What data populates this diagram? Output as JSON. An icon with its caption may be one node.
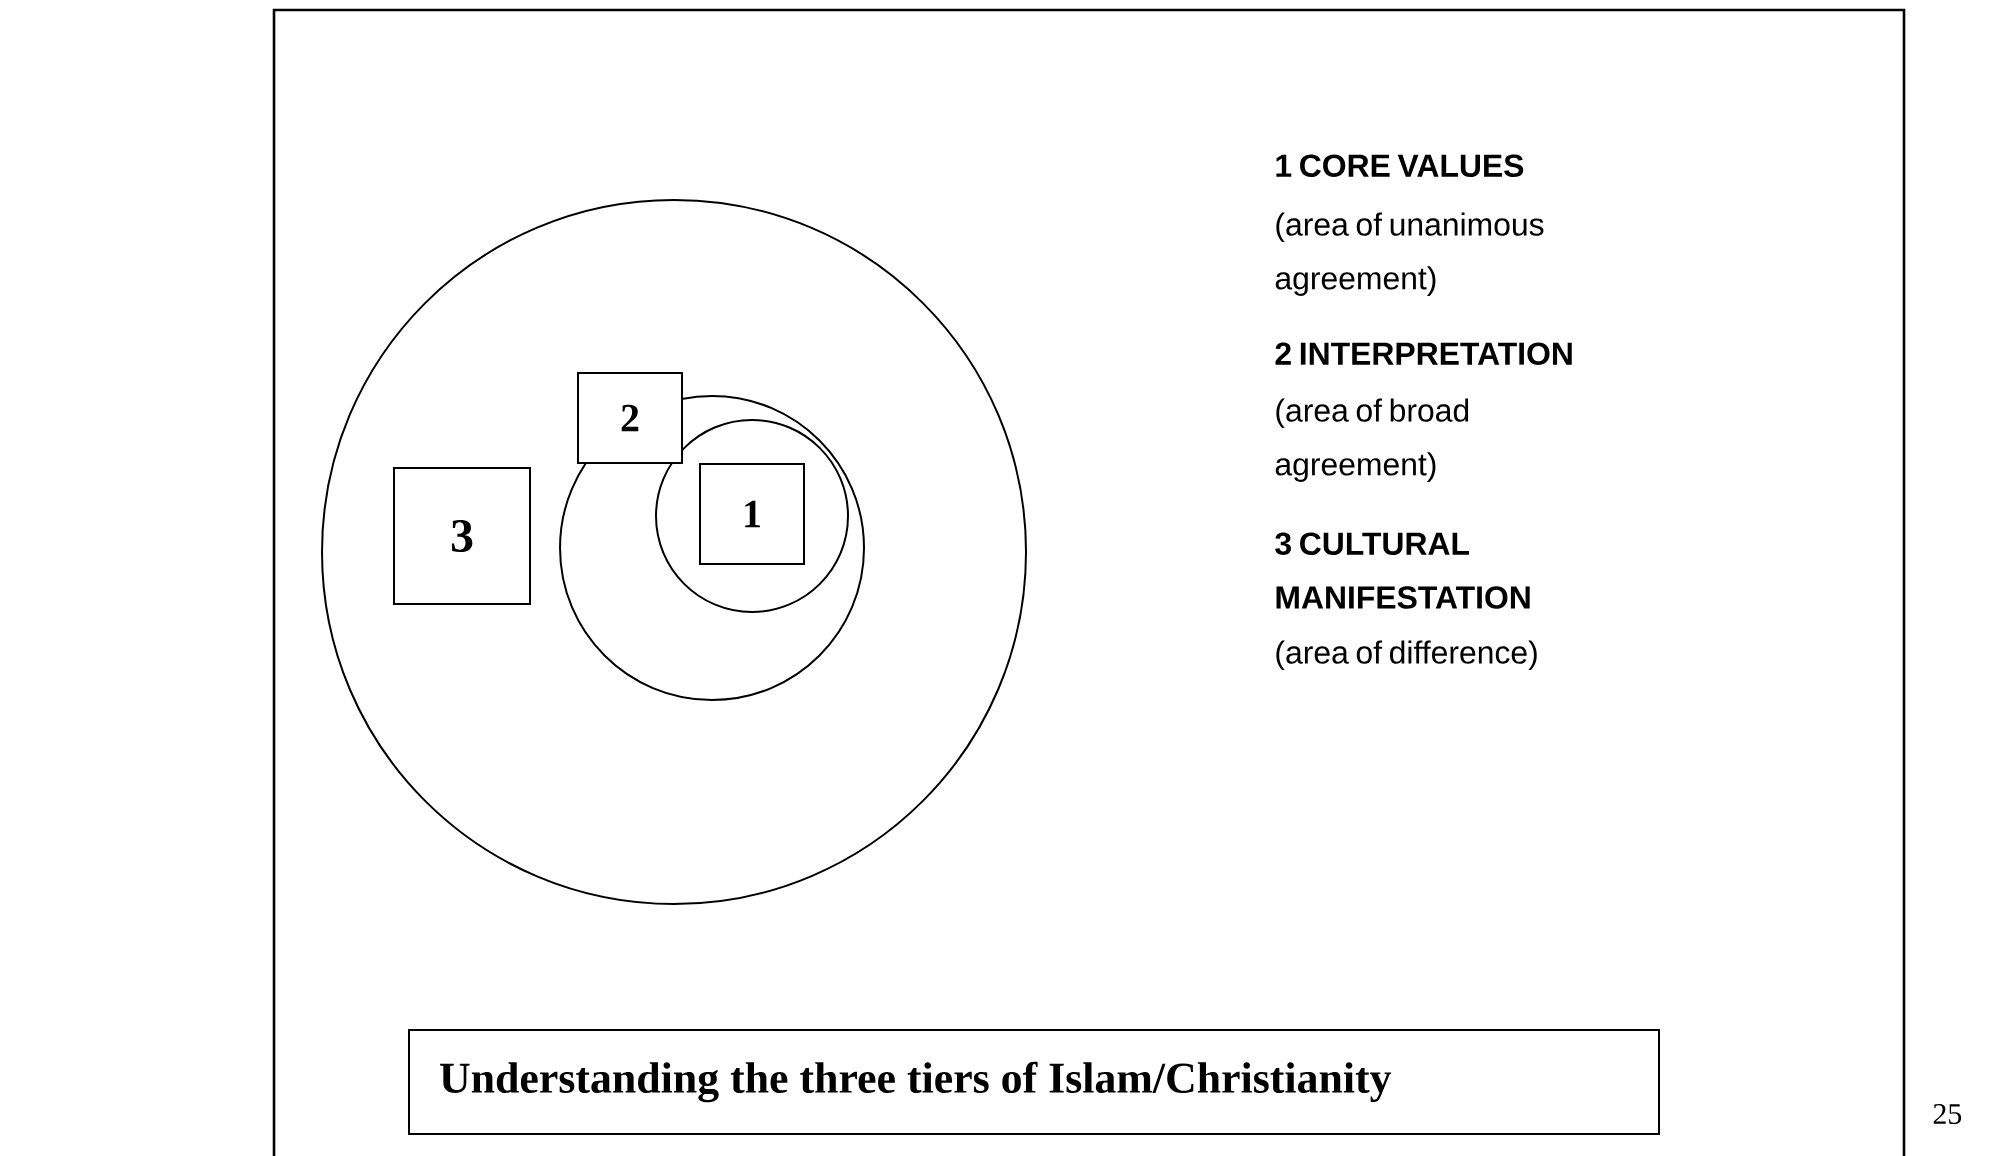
{
  "diagram": {
    "nodes": [
      {
        "text": [],
        "shape": "circle"
      },
      {
        "text": [],
        "shape": "circle",
        "in": 0
      },
      {
        "text": [],
        "shape": "circle",
        "in": 1
      },
      {
        "text": [
          "1"
        ],
        "in": 2
      },
      {
        "text": [
          "2"
        ],
        "in": 0
      },
      {
        "text": [
          "3"
        ],
        "in": 0
      },
      {
        "text": [
          "Understanding the three tiers of Islam/Christianity"
        ]
      }
    ],
    "labels": [
      "1 CORE VALUES",
      "(area of unanimous agreement)",
      "2  INTERPRETATION",
      "(area of broad agreement)",
      "3  CULTURAL MANIFESTATION",
      "(area of difference)",
      "25"
    ]
  }
}
